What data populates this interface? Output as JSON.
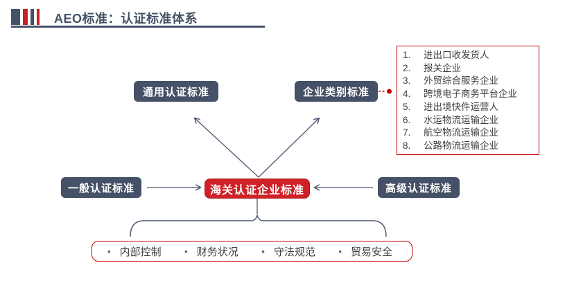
{
  "header": {
    "title": "AEO标准：认证标准体系"
  },
  "colors": {
    "slate": "#455166",
    "node_red_fill": "#CF2127",
    "node_red_border": "#A91B21",
    "panel_border_red": "#C00000",
    "body_text_gray": "#404040"
  },
  "nodes": {
    "common": "通用认证标准",
    "category": "企业类别标准",
    "general": "一般认证标准",
    "advanced": "高级认证标准",
    "center": "海关认证企业标准"
  },
  "category_list": {
    "items": [
      {
        "num": "1.",
        "label": "进出口收发货人"
      },
      {
        "num": "2.",
        "label": "报关企业"
      },
      {
        "num": "3.",
        "label": "外贸综合服务企业"
      },
      {
        "num": "4.",
        "label": "跨境电子商务平台企业"
      },
      {
        "num": "5.",
        "label": "进出境快件运营人"
      },
      {
        "num": "6.",
        "label": "水运物流运输企业"
      },
      {
        "num": "7.",
        "label": "航空物流运输企业"
      },
      {
        "num": "8.",
        "label": "公路物流运输企业"
      }
    ]
  },
  "criteria": {
    "bullet": "•",
    "items": [
      {
        "label": "内部控制"
      },
      {
        "label": "财务状况"
      },
      {
        "label": "守法规范"
      },
      {
        "label": "贸易安全"
      }
    ]
  }
}
